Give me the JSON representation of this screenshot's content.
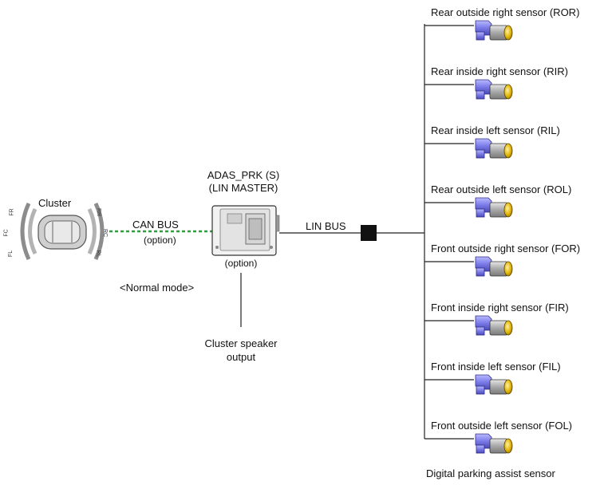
{
  "cluster": {
    "title": "Cluster",
    "zone_labels": {
      "fr": "FR",
      "fc": "FC",
      "fl": "FL",
      "rr": "RR",
      "rc": "RC",
      "rl": "RL"
    }
  },
  "can_bus": {
    "label": "CAN BUS",
    "note": "(option)"
  },
  "mode_label": "<Normal mode>",
  "module": {
    "name": "ADAS_PRK (S)",
    "role": "(LIN MASTER)",
    "note": "(option)"
  },
  "speaker": {
    "line1": "Cluster speaker",
    "line2": "output"
  },
  "lin_bus": {
    "label": "LIN BUS"
  },
  "sensors": [
    {
      "label": "Rear outside right sensor (ROR)"
    },
    {
      "label": "Rear inside right sensor (RIR)"
    },
    {
      "label": "Rear inside left sensor (RIL)"
    },
    {
      "label": "Rear outside left sensor (ROL)"
    },
    {
      "label": "Front outside right sensor (FOR)"
    },
    {
      "label": "Front inside right sensor (FIR)"
    },
    {
      "label": "Front inside left sensor (FIL)"
    },
    {
      "label": "Front outside left sensor (FOL)"
    }
  ],
  "footer": "Digital parking assist sensor",
  "colors": {
    "can_bus": "#2e9e3e",
    "sensor_body": "#7a7ae6",
    "sensor_tip": "#d4a100",
    "line": "#222222"
  }
}
